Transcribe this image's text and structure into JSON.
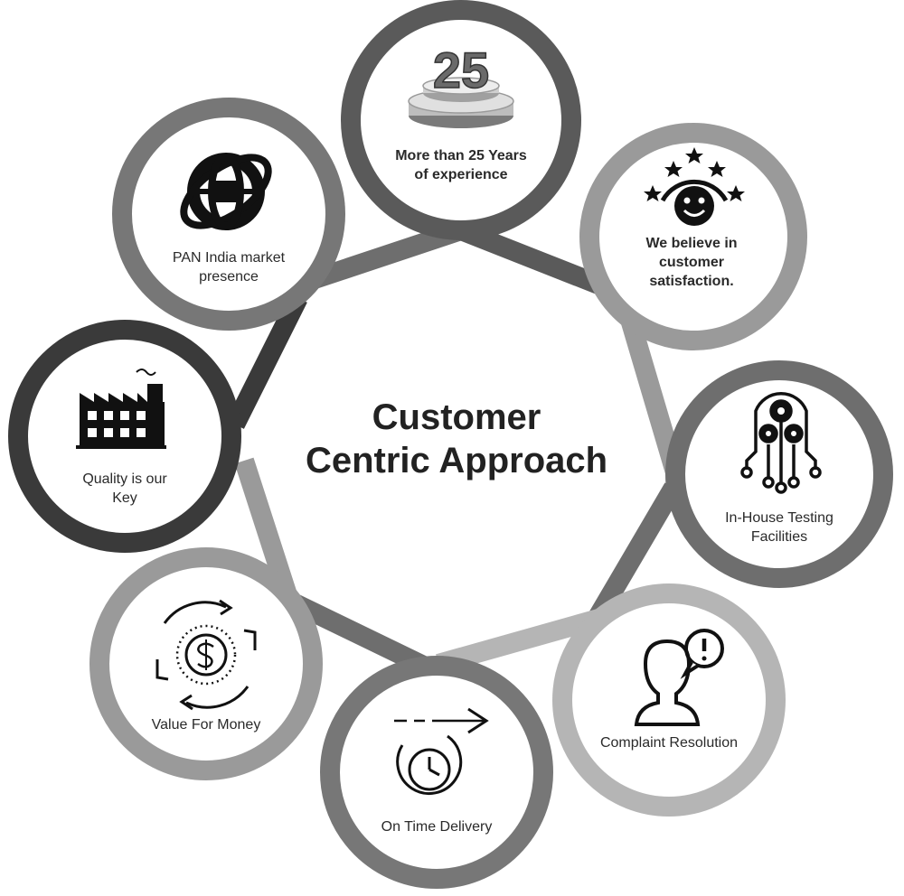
{
  "center": {
    "line1": "Customer",
    "line2": "Centric Approach"
  },
  "nodes": [
    {
      "id": "experience",
      "lines": [
        "More than 25 Years",
        "of experience"
      ],
      "icon": "trophy-25-icon",
      "badge": "25"
    },
    {
      "id": "satisfaction",
      "lines": [
        "We believe in",
        "customer",
        "satisfaction."
      ],
      "icon": "smiley-stars-icon"
    },
    {
      "id": "testing",
      "lines": [
        "In-House Testing",
        "Facilities"
      ],
      "icon": "gears-circuit-icon"
    },
    {
      "id": "complaint",
      "lines": [
        "Complaint Resolution"
      ],
      "icon": "person-alert-icon"
    },
    {
      "id": "delivery",
      "lines": [
        "On Time Delivery"
      ],
      "icon": "clock-arrow-icon"
    },
    {
      "id": "value",
      "lines": [
        "Value For Money"
      ],
      "icon": "dollar-cycle-icon"
    },
    {
      "id": "quality",
      "lines": [
        "Quality is our",
        "Key"
      ],
      "icon": "factory-icon"
    },
    {
      "id": "presence",
      "lines": [
        "PAN India market",
        "presence"
      ],
      "icon": "globe-icon"
    }
  ],
  "colors": {
    "ring_dark": "#3a3a3a",
    "ring_mid": "#6e6e6e",
    "ring_light": "#9a9a9a",
    "ring_pale": "#b5b5b5",
    "icon": "#111111",
    "text": "#2a2a2a"
  }
}
